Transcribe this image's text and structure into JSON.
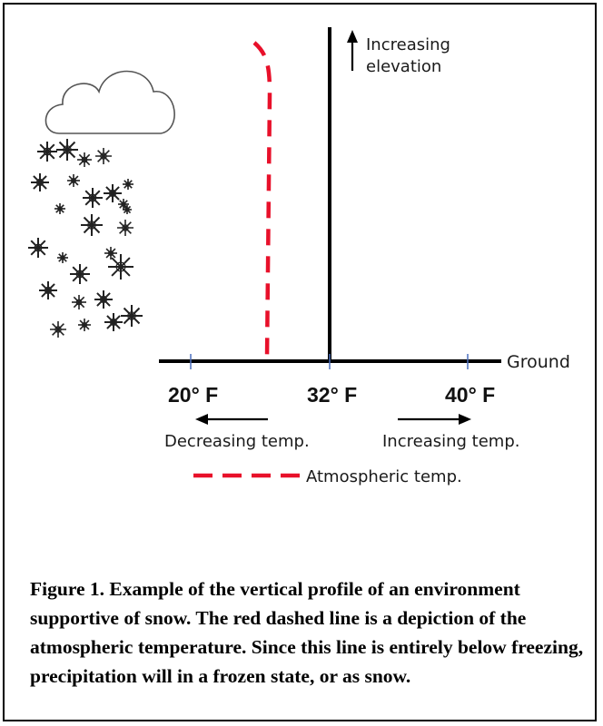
{
  "diagram": {
    "elevation_label_line1": "Increasing",
    "elevation_label_line2": "elevation",
    "ground_label": "Ground",
    "temps": [
      "20° F",
      "32° F",
      "40° F"
    ],
    "decreasing_label": "Decreasing temp.",
    "increasing_label": "Increasing temp.",
    "legend_label": "Atmospheric temp.",
    "legend_color": "#e8102a",
    "line_color": "#000000",
    "snowflake_icon": "snowflake-icon",
    "cloud_icon": "cloud-icon"
  },
  "caption": "Figure 1. Example of the vertical profile of an environment supportive of snow.  The red dashed line is a depiction of the atmospheric temperature.  Since this line is entirely below freezing, precipitation will in a frozen state, or as snow."
}
